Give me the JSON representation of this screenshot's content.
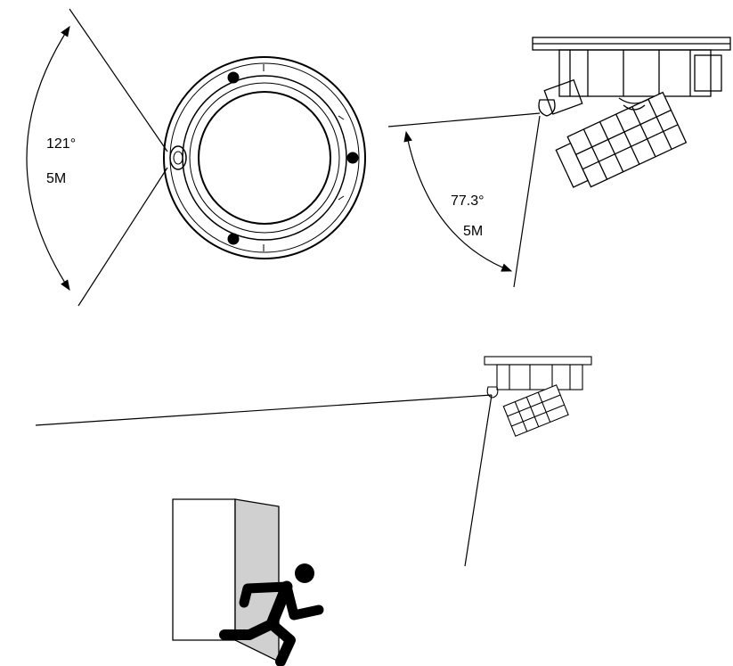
{
  "top_view": {
    "angle_label": "121°",
    "resolution_label": "5M"
  },
  "side_view": {
    "angle_label": "77.3°",
    "resolution_label": "5M"
  },
  "colors": {
    "line": "#000000",
    "wall_side": "#d0d0d0",
    "background": "#ffffff"
  }
}
